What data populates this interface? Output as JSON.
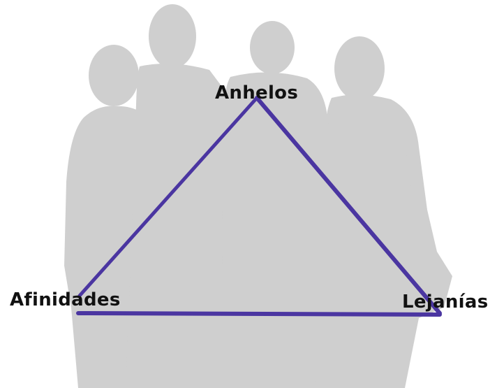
{
  "diagram": {
    "nodes": {
      "top": "Anhelos",
      "left": "Afinidades",
      "right": "Lejanías"
    },
    "colors": {
      "triangle": "#4b36a1",
      "silhouettes": "#cfcfcf",
      "background": "#ffffff",
      "text": "#111111"
    },
    "background_image": "people-silhouettes"
  }
}
